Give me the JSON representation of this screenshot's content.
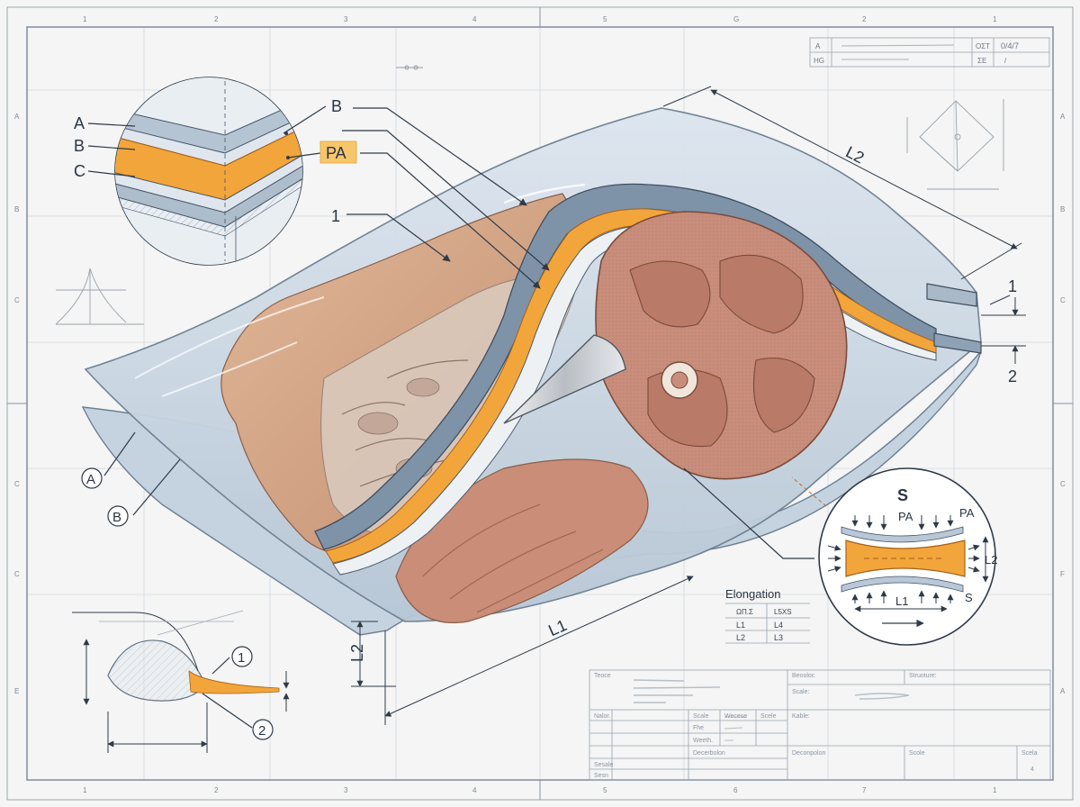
{
  "border": {
    "top": [
      "1",
      "2",
      "3",
      "4",
      "5",
      "G",
      "2",
      "1"
    ],
    "bottom": [
      "1",
      "2",
      "3",
      "4",
      "5",
      "6",
      "7",
      "1"
    ],
    "left": [
      "A",
      "B",
      "C",
      "C",
      "C",
      "E"
    ],
    "right": [
      "A",
      "B",
      "C",
      "C",
      "F",
      "A"
    ]
  },
  "revision_block": [
    [
      "A",
      "ΟΣΤ",
      "0/4/7"
    ],
    [
      "HG",
      "ΣE",
      "/"
    ]
  ],
  "inset_layers": {
    "left_labels": [
      "A",
      "B",
      "C"
    ],
    "right_label": "B",
    "highlight_label": "PA"
  },
  "main_labels": {
    "item_1": "1",
    "circle_a": "A",
    "circle_b": "B",
    "length_l2_top": "L2",
    "length_l1": "L1",
    "height_l2": "L2",
    "right_1": "1",
    "right_2": "2"
  },
  "detail_bottom_left": {
    "callout_1": "1",
    "callout_2": "2"
  },
  "stress_inset": {
    "title": "S",
    "label_pa_left": "PA",
    "label_pa_right": "PA",
    "label_l2": "L2",
    "label_l1": "L1",
    "label_s": "S"
  },
  "elongation_table": {
    "title": "Elongation",
    "rows": [
      [
        "ΩΠ.Σ",
        "L5XS"
      ],
      [
        "L1",
        "L4"
      ],
      [
        "L2",
        "L3"
      ]
    ]
  },
  "title_block": {
    "col1_head": "Teoce",
    "col2_head": "Beooloc",
    "col3_head": "Struoture:",
    "scale_label": "Scale:",
    "row_label_1": "Nalor.",
    "row_label_2": "Fhe",
    "row_label_3": "Sesale",
    "row_label_4": "Sesn",
    "mid_1": "Scale",
    "mid_2": "Wecese",
    "mid_3": "Scele",
    "mid_4": "Weeth.",
    "right_1": "Kable:",
    "bottom_1": "Decerbolon",
    "bottom_2": "Deconpolon",
    "bottom_3": "Scole",
    "bottom_4": "Scela",
    "sheet_number": "4"
  }
}
